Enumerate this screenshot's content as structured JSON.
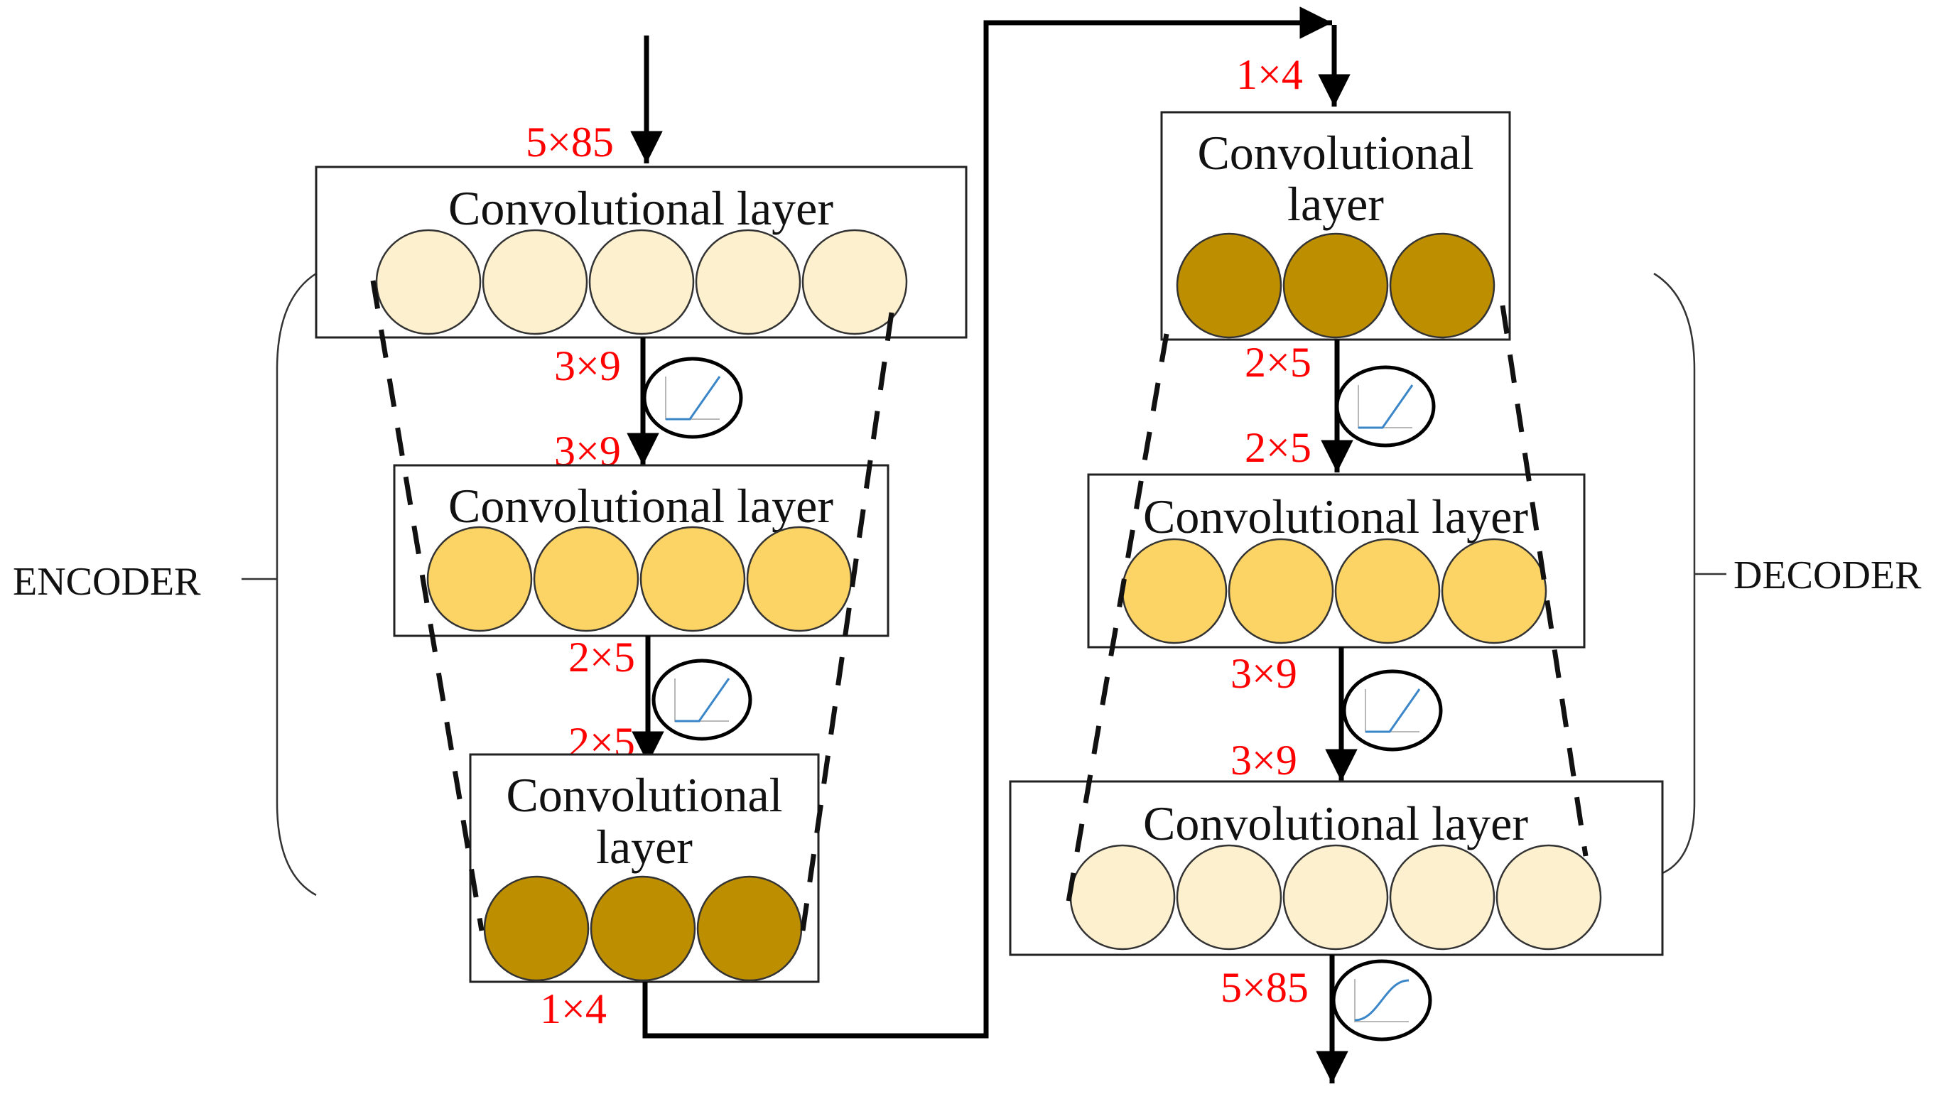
{
  "colors": {
    "dimension_text": "#ff0000",
    "light_node": "#fdf0cf",
    "mid_node": "#fcd466",
    "dark_node": "#bd8e00",
    "activation_curve": "#3a86c8"
  },
  "encoder": {
    "label": "ENCODER",
    "input_dim": "5×85",
    "layers": [
      {
        "title_lines": [
          "Convolutional layer"
        ],
        "nodes": 5,
        "shade": "light"
      },
      {
        "title_lines": [
          "Convolutional layer"
        ],
        "nodes": 4,
        "shade": "mid"
      },
      {
        "title_lines": [
          "Convolutional",
          "layer"
        ],
        "nodes": 3,
        "shade": "dark"
      }
    ],
    "transitions": [
      {
        "out_dim": "3×9",
        "in_dim": "3×9",
        "activation": "relu"
      },
      {
        "out_dim": "2×5",
        "in_dim": "2×5",
        "activation": "relu"
      }
    ],
    "output_dim": "1×4"
  },
  "decoder": {
    "label": "DECODER",
    "input_dim": "1×4",
    "layers": [
      {
        "title_lines": [
          "Convolutional",
          "layer"
        ],
        "nodes": 3,
        "shade": "dark"
      },
      {
        "title_lines": [
          "Convolutional layer"
        ],
        "nodes": 4,
        "shade": "mid"
      },
      {
        "title_lines": [
          "Convolutional layer"
        ],
        "nodes": 5,
        "shade": "light"
      }
    ],
    "transitions": [
      {
        "out_dim": "2×5",
        "in_dim": "2×5",
        "activation": "relu"
      },
      {
        "out_dim": "3×9",
        "in_dim": "3×9",
        "activation": "relu"
      }
    ],
    "output_dim": "5×85",
    "output_activation": "sigmoid"
  }
}
